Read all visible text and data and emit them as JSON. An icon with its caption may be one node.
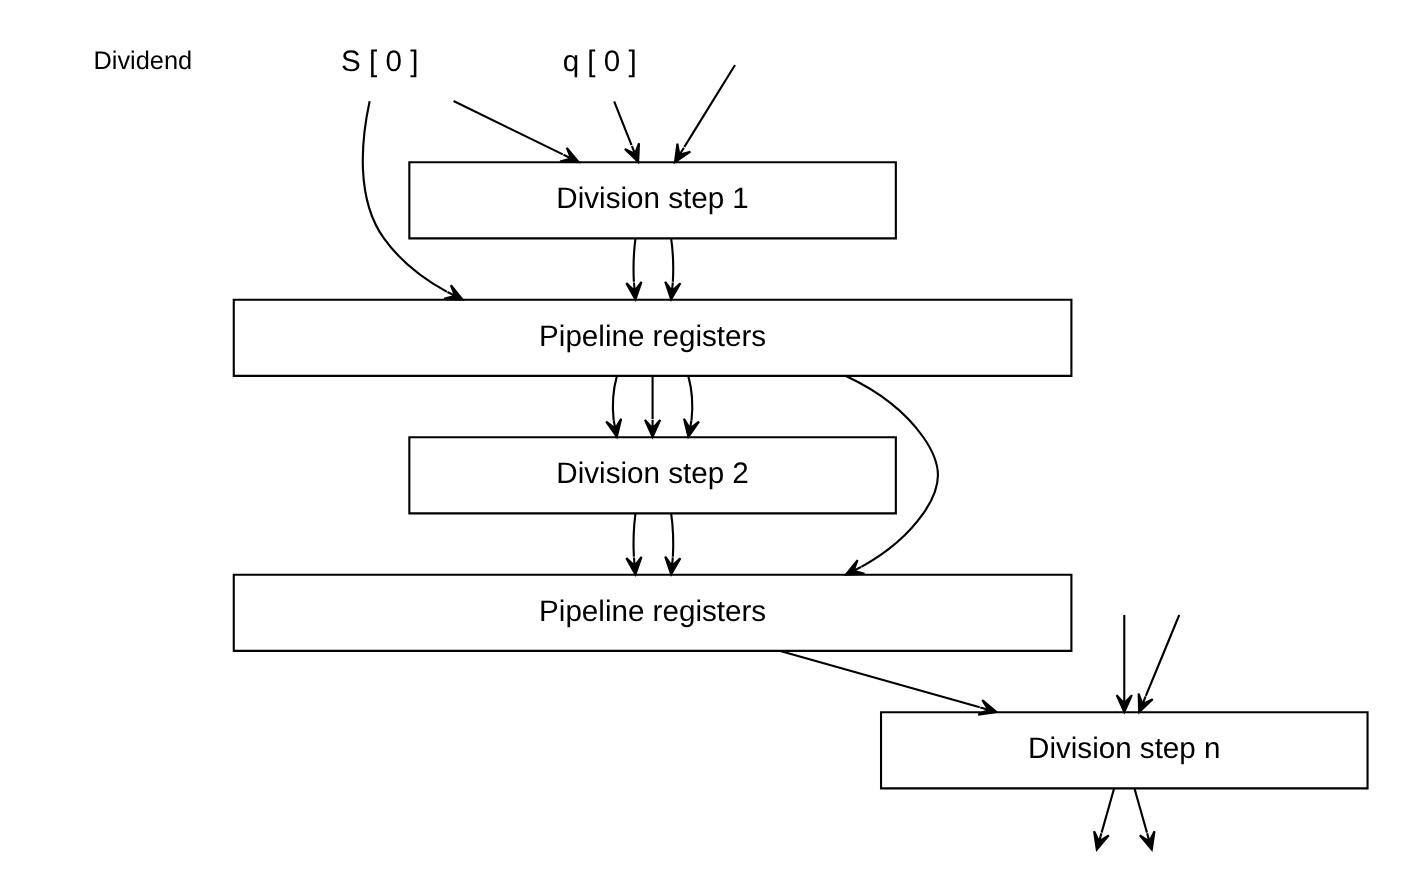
{
  "diagram": {
    "nodes": [
      {
        "text": [
          "S [ 0 ]"
        ]
      },
      {
        "text": [
          "q [ 0 ]"
        ]
      },
      {
        "text": [
          "Division step 1"
        ]
      },
      {
        "text": [
          "Pipeline registers"
        ]
      },
      {
        "text": [
          "Division step 2"
        ]
      },
      {
        "text": [
          "Pipeline registers"
        ]
      },
      {
        "text": [
          "Division step n"
        ]
      }
    ],
    "edges": [
      {
        "from": 0,
        "to": 2,
        "arrow": "to"
      },
      {
        "from": 1,
        "to": 2,
        "arrow": "to"
      },
      {
        "from": null,
        "to": 2,
        "arrow": "to"
      },
      {
        "from": 0,
        "to": 3,
        "arrow": "to"
      },
      {
        "from": 2,
        "to": 3,
        "arrow": "to"
      },
      {
        "from": 2,
        "to": 3,
        "arrow": "to"
      },
      {
        "from": 3,
        "to": 4,
        "arrow": "to"
      },
      {
        "from": 3,
        "to": 4,
        "arrow": "to"
      },
      {
        "from": 3,
        "to": 4,
        "arrow": "to"
      },
      {
        "from": 3,
        "to": 5,
        "arrow": "to"
      },
      {
        "from": 4,
        "to": 5,
        "arrow": "to"
      },
      {
        "from": 4,
        "to": 5,
        "arrow": "to"
      },
      {
        "from": 5,
        "to": 6,
        "arrow": "to"
      },
      {
        "from": null,
        "to": 6,
        "arrow": "to"
      },
      {
        "from": null,
        "to": 6,
        "arrow": "to"
      },
      {
        "from": 6,
        "to": null,
        "arrow": "to"
      },
      {
        "from": 6,
        "to": null,
        "arrow": "to"
      }
    ],
    "labels": [
      "Dividend"
    ]
  }
}
